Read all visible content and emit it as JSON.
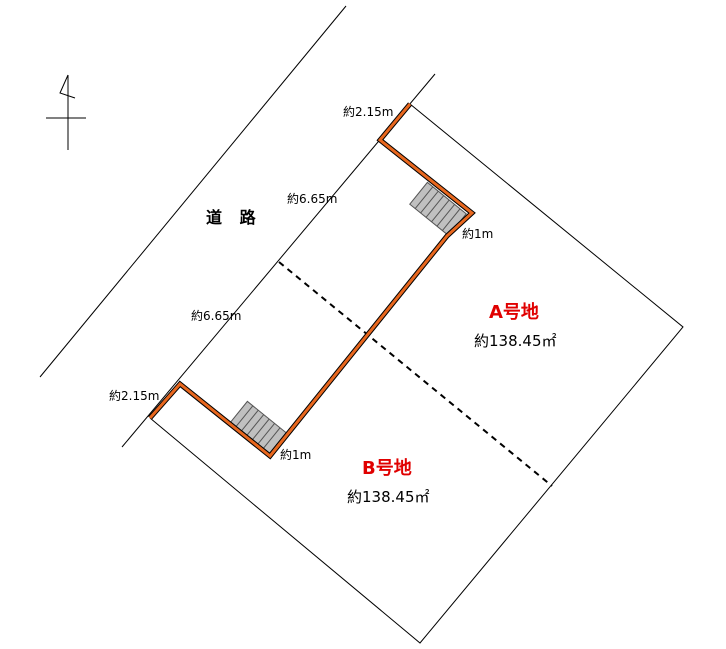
{
  "north_mark": {
    "icon": "north-arrow-icon"
  },
  "road": {
    "label": "道 路"
  },
  "dimensions": {
    "upper_corner": "約2.15m",
    "upper_frontage": "約6.65m",
    "upper_stair": "約1m",
    "lower_frontage": "約6.65m",
    "lower_corner": "約2.15m",
    "lower_stair": "約1m"
  },
  "lots": {
    "a": {
      "name": "A号地",
      "area": "約138.45㎡"
    },
    "b": {
      "name": "B号地",
      "area": "約138.45㎡"
    }
  },
  "colors": {
    "boundary_wall": "#e8671e",
    "stair": "#c0c0c0",
    "lot_label": "#e00000",
    "line": "#000000"
  }
}
